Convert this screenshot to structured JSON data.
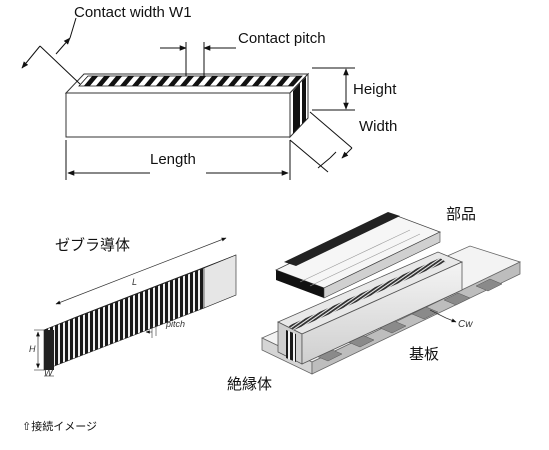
{
  "diagram_top": {
    "contact_width_label": "Contact width W1",
    "contact_pitch_label": "Contact pitch",
    "height_label": "Height",
    "width_label": "Width",
    "length_label": "Length"
  },
  "diagram_left": {
    "title": "ゼブラ導体",
    "l_label": "L",
    "h_label": "H",
    "w_label": "W",
    "pitch_label": "pitch"
  },
  "diagram_right": {
    "part_label": "部品",
    "cw_label": "Cw",
    "substrate_label": "基板",
    "insulator_label": "絶縁体"
  },
  "caption": "⇧接続イメージ"
}
